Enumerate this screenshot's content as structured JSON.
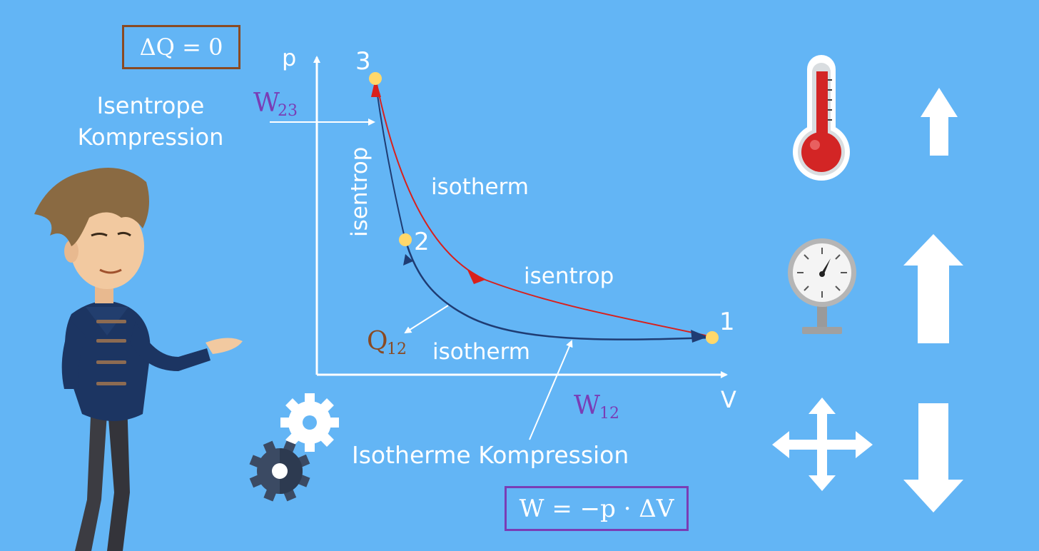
{
  "heat_equation": "ΔQ = 0",
  "work_equation": "W = −p · ΔV",
  "title_line1": "Isentrope",
  "title_line2": "Kompression",
  "caption": "Isotherme Kompression",
  "axes": {
    "y_label": "p",
    "x_label": "V"
  },
  "points": [
    {
      "label": "1"
    },
    {
      "label": "2"
    },
    {
      "label": "3"
    }
  ],
  "curve_labels": {
    "isotherm_upper": "isotherm",
    "isentrop_lower": "isentrop",
    "isentrop_vertical": "isentrop",
    "isotherm_lower": "isotherm"
  },
  "quantities": {
    "w23_main": "W",
    "w23_sub": "23",
    "q12_main": "Q",
    "q12_sub": "12",
    "w12_main": "W",
    "w12_sub": "12"
  },
  "colors": {
    "background": "#63b5f5",
    "isotherm_red": "#d9201c",
    "isentrop_blue": "#1f3c73",
    "point_yellow": "#ffd86b",
    "q_brown": "#8a4a22",
    "w_purple": "#7a3db5"
  },
  "icons": [
    "thermometer-icon",
    "pressure-gauge-icon",
    "expand-arrows-icon",
    "gears-icon",
    "arrow-up-icon",
    "arrow-down-icon"
  ]
}
